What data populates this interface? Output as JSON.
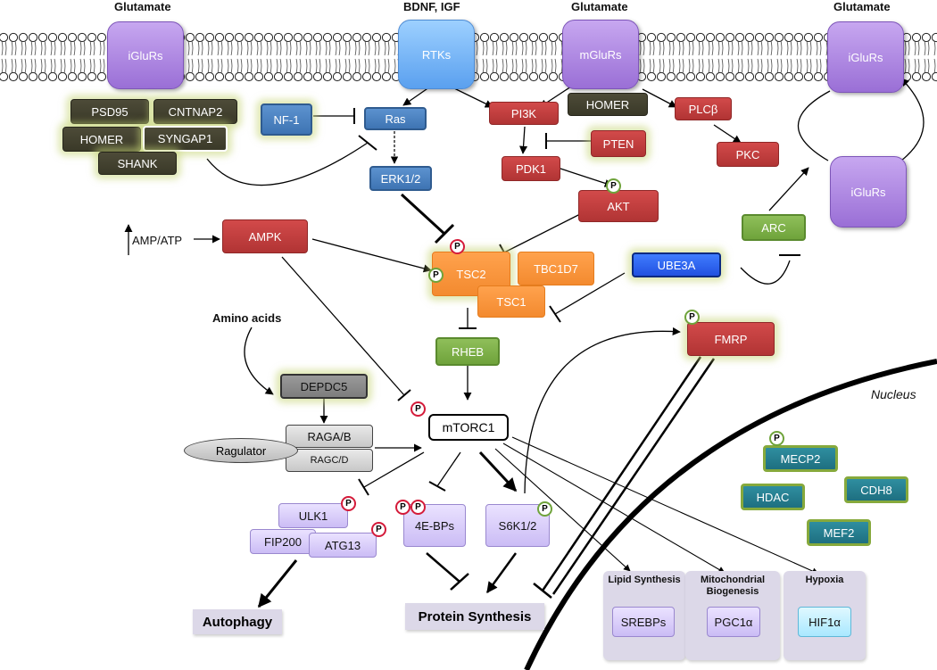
{
  "ligands": {
    "glutamate_left": "Glutamate",
    "bdnf_igf": "BDNF, IGF",
    "glutamate_mid": "Glutamate",
    "glutamate_right": "Glutamate"
  },
  "receptors": {
    "iglurs_left": "iGluRs",
    "rtks": "RTKs",
    "mglurs": "mGluRs",
    "iglurs_right_top": "iGluRs",
    "iglurs_right_bottom": "iGluRs"
  },
  "scaffold": {
    "psd95": "PSD95",
    "cntnap2": "CNTNAP2",
    "homer": "HOMER",
    "syngap1": "SYNGAP1",
    "shank": "SHANK"
  },
  "signaling": {
    "nf1": "NF-1",
    "ras": "Ras",
    "erk": "ERK1/2",
    "pi3k": "PI3K",
    "homer_mid": "HOMER",
    "plcb": "PLCβ",
    "pten": "PTEN",
    "pdk1": "PDK1",
    "pkc": "PKC",
    "akt": "AKT",
    "ampk": "AMPK",
    "amp_atp": "AMP/ATP",
    "tsc2": "TSC2",
    "tbc1d7": "TBC1D7",
    "tsc1": "TSC1",
    "ube3a": "UBE3A",
    "arc": "ARC",
    "rheb": "RHEB",
    "fmrp": "FMRP",
    "amino_acids": "Amino acids",
    "depdc5": "DEPDC5",
    "ragab": "RAGA/B",
    "ragcd": "RAGC/D",
    "ragulator": "Ragulator",
    "mtorc1": "mTORC1"
  },
  "downstream": {
    "ulk1": "ULK1",
    "fip200": "FIP200",
    "atg13": "ATG13",
    "ebps": "4E-BPs",
    "s6k": "S6K1/2",
    "autophagy": "Autophagy",
    "protein_synthesis": "Protein Synthesis"
  },
  "nucleus": {
    "label": "Nucleus",
    "mecp2": "MECP2",
    "hdac": "HDAC",
    "cdh8": "CDH8",
    "mef2": "MEF2"
  },
  "outputs": {
    "lipid_title": "Lipid Synthesis",
    "srebps": "SREBPs",
    "mito_title": "Mitochondrial Biogenesis",
    "pgc1a": "PGC1α",
    "hypoxia_title": "Hypoxia",
    "hif1a": "HIF1α"
  },
  "phospho_label": "P",
  "colors": {
    "red": "#c03b3b",
    "blue": "#4a80c0",
    "dark_olive": "#44432f",
    "orange": "#f7912f",
    "green": "#7fb24a",
    "teal": "#247a8c",
    "lavender": "#d6cbf7",
    "receptor_purple": "#b08ae4",
    "membrane_head": "#ffffff",
    "membrane_outline": "#222222"
  }
}
